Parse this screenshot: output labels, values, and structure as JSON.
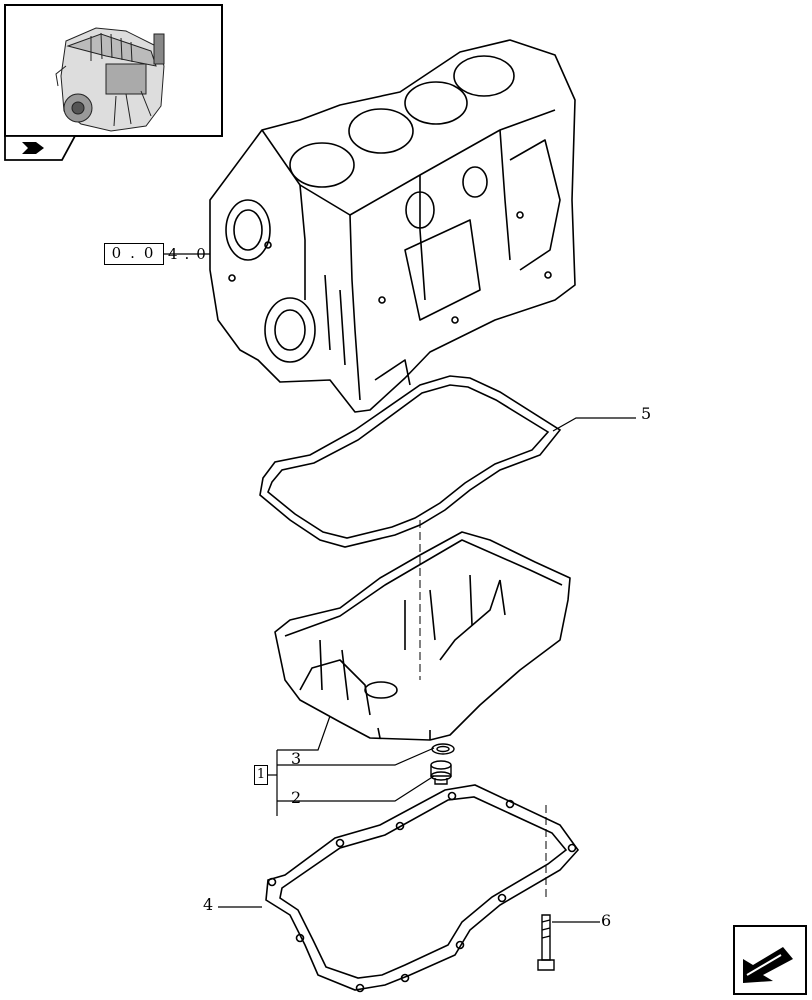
{
  "reference": {
    "box_text": "0.0",
    "tail_text": "4.0"
  },
  "callouts": {
    "gasket_upper": "5",
    "drain_washer": "3",
    "drain_plug": "2",
    "lower_frame": "4",
    "bolt": "6"
  },
  "group_label": "1",
  "icons": {
    "thumbnail": "engine-thumbnail-icon",
    "tab": "book-page-icon",
    "nav": "next-page-arrow-icon"
  }
}
